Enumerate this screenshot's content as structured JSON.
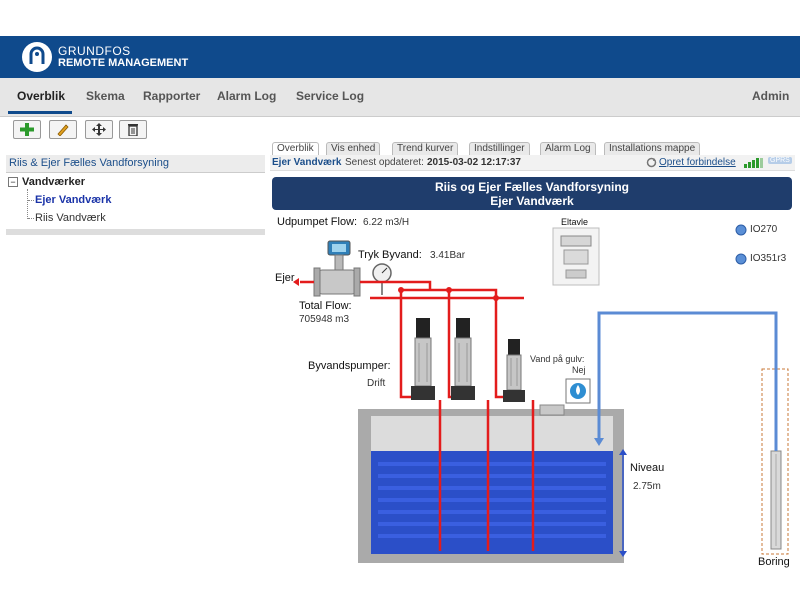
{
  "header": {
    "brand_line1": "GRUNDFOS",
    "brand_line2": "REMOTE MANAGEMENT",
    "colors": {
      "header_bg": "#0f4a8c",
      "banner_bg": "#1f3d6c",
      "pipe": "#e31c1c",
      "water": "#2b4fc8"
    }
  },
  "nav": {
    "items": [
      "Overblik",
      "Skema",
      "Rapporter",
      "Alarm Log",
      "Service Log"
    ],
    "active": "Overblik",
    "admin": "Admin"
  },
  "toolbar": {
    "buttons": [
      "add-icon",
      "edit-pencil-icon",
      "move-icon",
      "trash-icon"
    ]
  },
  "left": {
    "title": "Riis & Ejer Fælles Vandforsyning",
    "tree": {
      "toggle": "−",
      "root": "Vandværker",
      "children": [
        "Ejer Vandværk",
        "Riis Vandværk"
      ],
      "selected": "Ejer Vandværk"
    }
  },
  "tabs": [
    "Overblik",
    "Vis enhed",
    "Trend kurver",
    "Indstillinger",
    "Alarm Log",
    "Installations mappe"
  ],
  "status": {
    "name": "Ejer Vandværk",
    "label": "Senest opdateret:",
    "time": "2015-03-02 12:17:37",
    "connect": "Opret forbindelse",
    "gprs": "GPRS"
  },
  "diagram": {
    "title1": "Riis og Ejer Fælles Vandforsyning",
    "title2": "Ejer Vandværk",
    "udpumpet_label": "Udpumpet Flow:",
    "udpumpet_value": "6.22 m3/H",
    "tryk_label": "Tryk Byvand:",
    "tryk_value": "3.41Bar",
    "eltavle": "Eltavle",
    "io1": "IO270",
    "io2": "IO351r3",
    "ejer": "Ejer",
    "total_label": "Total Flow:",
    "total_value": "705948 m3",
    "pumps_label": "Byvandspumper:",
    "pumps_value": "Drift",
    "floor_label": "Vand på gulv:",
    "floor_value": "Nej",
    "niveau_label": "Niveau",
    "niveau_value": "2.75m",
    "boring": "Boring"
  }
}
